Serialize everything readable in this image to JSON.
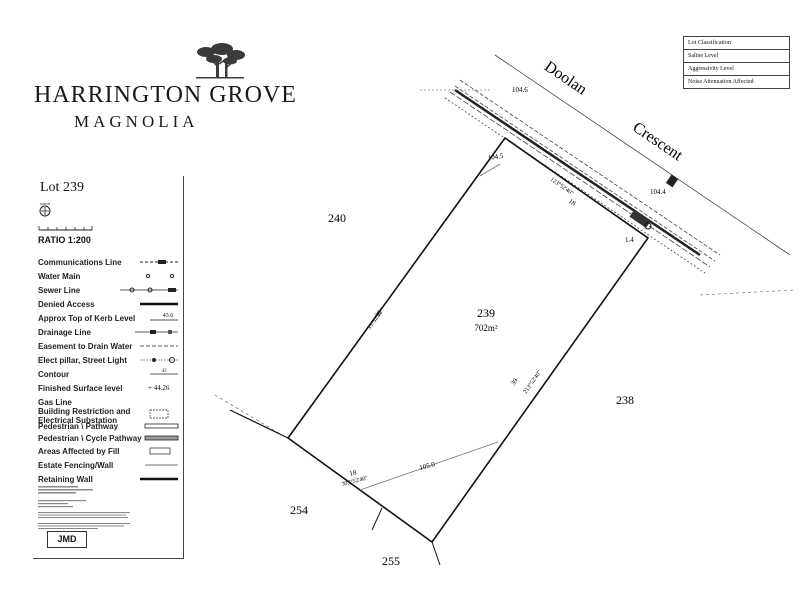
{
  "brand": {
    "name": "HARRINGTON GROVE",
    "sub": "MAGNOLIA"
  },
  "lot": {
    "title": "Lot  239",
    "number": "239",
    "area": "702m²",
    "ratio": "RATIO  1:200",
    "north_label": "NORTH"
  },
  "legend": [
    {
      "label": "Communications Line",
      "sample": "dash-bar"
    },
    {
      "label": "Water Main",
      "sample": "valves"
    },
    {
      "label": "Sewer Line",
      "sample": "sewer"
    },
    {
      "label": "Denied Access",
      "sample": "thick-line"
    },
    {
      "label": "Approx Top of Kerb Level",
      "sample": "kerb",
      "value": "43.6"
    },
    {
      "label": "Drainage Line",
      "sample": "drain"
    },
    {
      "label": "Easement to Drain Water",
      "sample": "dashed"
    },
    {
      "label": "Elect pillar, Street Light",
      "sample": "pillar"
    },
    {
      "label": "Contour",
      "sample": "contour",
      "value": "43"
    },
    {
      "label": "Finished Surface level",
      "sample": "fsl",
      "value": "+ 44.26"
    },
    {
      "label": "Gas Line",
      "sample": "none"
    },
    {
      "label": "Building Restriction and\nElectrical Substation",
      "sample": "dashed-box"
    },
    {
      "label": "Pedestrian \\ Pathway",
      "sample": "path-box"
    },
    {
      "label": "Pedestrian \\ Cycle Pathway",
      "sample": "hatched-box"
    },
    {
      "label": "Areas Affected by Fill",
      "sample": "fill-box"
    },
    {
      "label": "Estate Fencing/Wall",
      "sample": "thin-line"
    },
    {
      "label": "Retaining Wall",
      "sample": "thick-line"
    }
  ],
  "info_table": [
    "Lot Classification",
    "Saline Level",
    "Aggressivity Level",
    "Noise Attenuation Affected"
  ],
  "map": {
    "street_name": "Doolan",
    "street_name_2": "Crescent",
    "neighbors": [
      "240",
      "238",
      "254",
      "255"
    ],
    "levels": [
      "104.6",
      "104.5",
      "104.4",
      "105.0"
    ],
    "dims": {
      "front_len": "18",
      "front_brg": "123°52'40\"",
      "left_len": "39",
      "left_brg": "33°52'40\"",
      "right_len": "39",
      "right_brg": "213°52'40\"",
      "rear_len": "18",
      "rear_brg": "303°52'40\""
    },
    "corner": "1.4"
  },
  "logo_mark": "JMD"
}
